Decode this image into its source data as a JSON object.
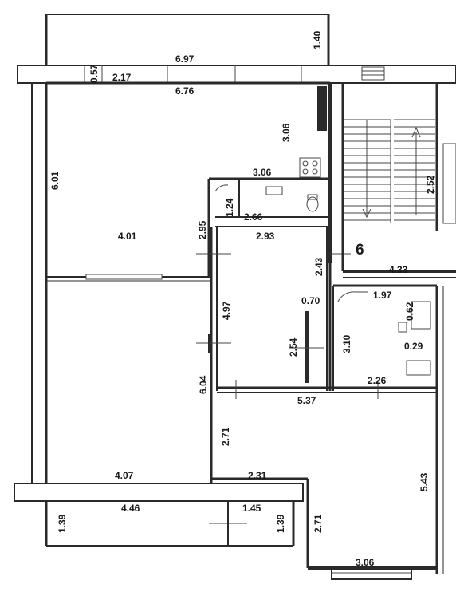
{
  "dimensions": {
    "balcony_top_width": "6.97",
    "balcony_top_depth": "1.40",
    "top_left_small": "0.57",
    "top_left_window": "2.17",
    "room_top_width": "6.76",
    "kitchen_height": "3.06",
    "kitchen_width": "3.06",
    "left_wall_top": "6.01",
    "bath_small": "1.24",
    "bath_width": "2.66",
    "room1_width": "4.01",
    "room1_partition": "2.95",
    "corridor_width": "2.93",
    "stair_label": "6",
    "stair_height": "2.52",
    "corridor_depth": "2.43",
    "landing_width": "4.33",
    "hall_small": "0.70",
    "wc_width": "1.97",
    "wc_small": "0.62",
    "hall_length": "4.97",
    "wc_height": "3.10",
    "wc_small2": "0.29",
    "closet_length": "2.54",
    "left_wall_bottom": "6.04",
    "kitchen2_width": "2.26",
    "hall_bottom_width": "5.37",
    "room3_side": "2.71",
    "room3_height": "5.43",
    "room2_width": "4.07",
    "room3_inner": "2.31",
    "balcony2_width": "4.46",
    "balcony2_small": "1.45",
    "balcony2_depth_left": "1.39",
    "balcony2_depth_right": "1.39",
    "room3_lower_side": "2.71",
    "room3_bottom_width": "3.06"
  },
  "colors": {
    "wall": "#2a2a2a",
    "paper": "#ffffff"
  }
}
